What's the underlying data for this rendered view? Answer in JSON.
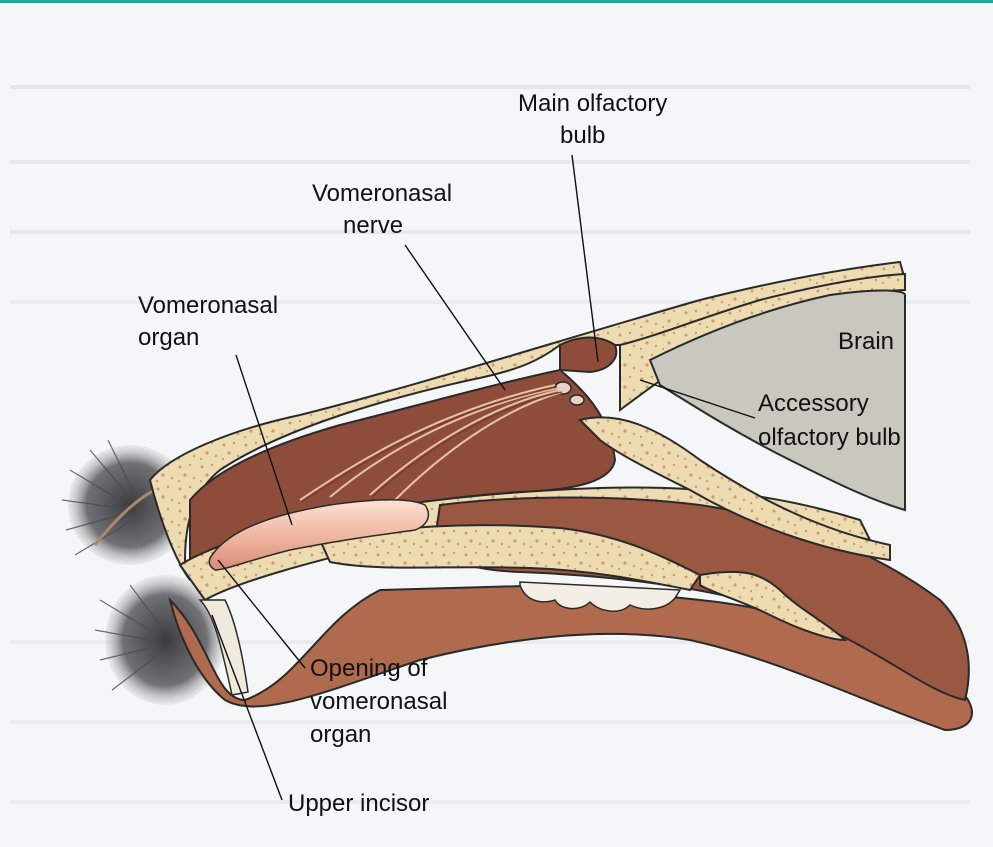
{
  "labels": {
    "main_olfactory_bulb_1": "Main olfactory",
    "main_olfactory_bulb_2": "bulb",
    "vomeronasal_nerve_1": "Vomeronasal",
    "vomeronasal_nerve_2": "nerve",
    "vomeronasal_organ_1": "Vomeronasal",
    "vomeronasal_organ_2": "organ",
    "brain": "Brain",
    "accessory_olfactory_bulb_1": "Accessory",
    "accessory_olfactory_bulb_2": "olfactory bulb",
    "opening_1": "Opening of",
    "opening_2": "vomeronasal",
    "opening_3": "organ",
    "upper_incisor": "Upper incisor"
  },
  "colors": {
    "accent_line": "#19a9a3",
    "bone": "#eddcb2",
    "bone_speckle": "#cf9a72",
    "tissue": "#9a5842",
    "tissue_dark": "#7a4030",
    "brain": "#c8c8bf",
    "organ": "#f0b8a2",
    "fur": "#55555a",
    "outline": "#2a2a2a"
  }
}
